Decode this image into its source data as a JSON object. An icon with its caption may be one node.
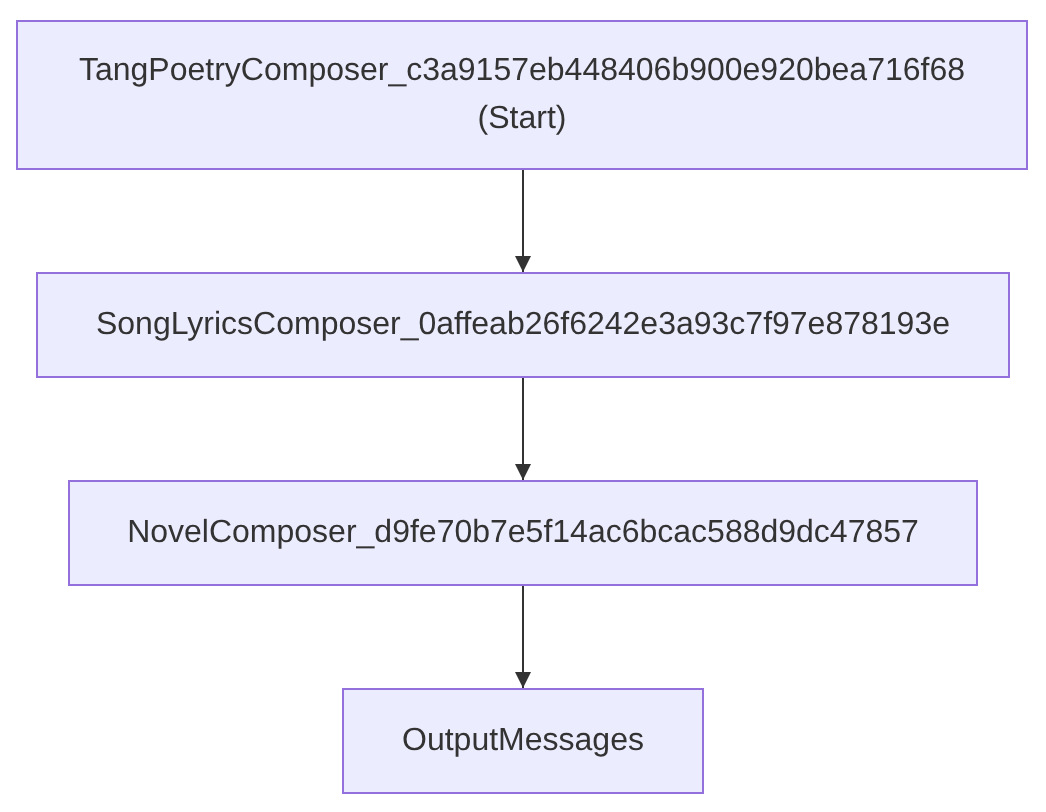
{
  "diagram": {
    "nodes": [
      {
        "text": [
          "TangPoetryComposer_c3a9157eb448406b900e920bea716f68 (Start)"
        ]
      },
      {
        "text": [
          "SongLyricsComposer_0affeab26f6242e3a93c7f97e878193e"
        ]
      },
      {
        "text": [
          "NovelComposer_d9fe70b7e5f14ac6bcac588d9dc47857"
        ]
      },
      {
        "text": [
          "OutputMessages"
        ]
      }
    ],
    "edges": [
      {
        "from": 0,
        "to": 1,
        "arrow": "to"
      },
      {
        "from": 1,
        "to": 2,
        "arrow": "to"
      },
      {
        "from": 2,
        "to": 3,
        "arrow": "to"
      }
    ]
  }
}
